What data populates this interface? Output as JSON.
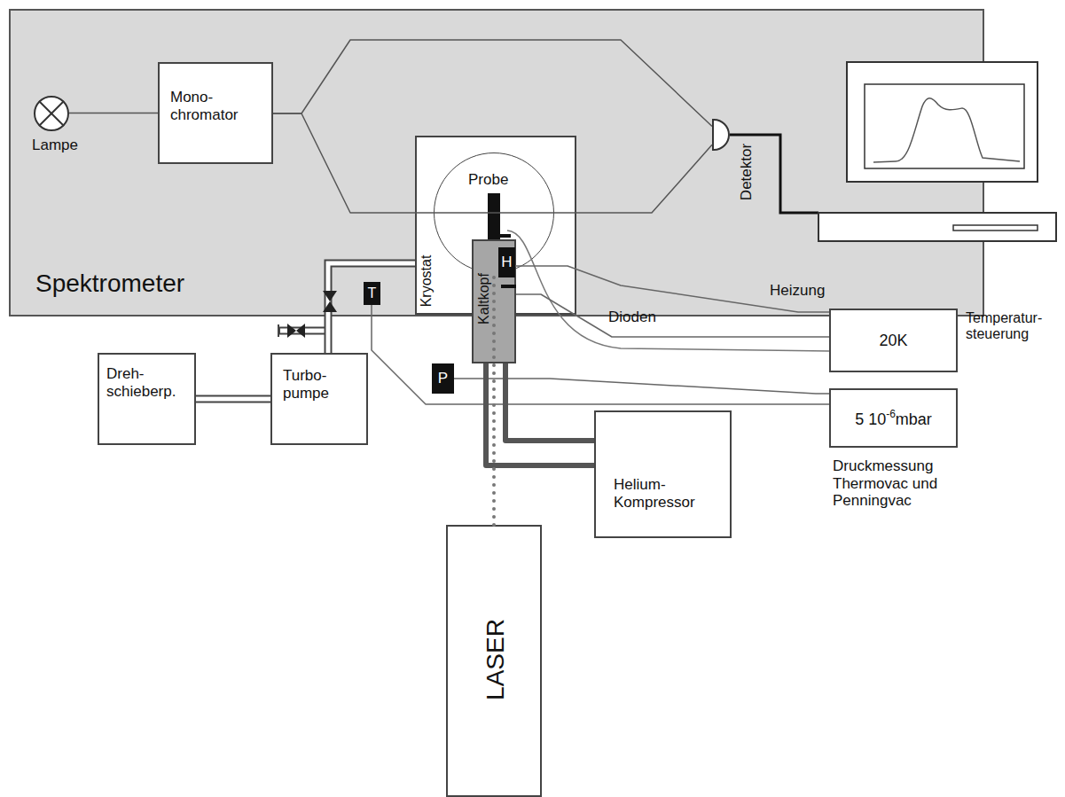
{
  "diagram": {
    "nodes": [
      {
        "text": [
          "Spektrometer"
        ]
      },
      {
        "text": [
          "Lampe"
        ],
        "in": 0
      },
      {
        "text": [
          "Mono- chromator"
        ],
        "in": 0
      },
      {
        "text": [
          "Kryostat"
        ],
        "in": 0
      },
      {
        "text": [
          "Probe"
        ],
        "in": 3
      },
      {
        "text": [
          "Kaltkopf"
        ],
        "in": 3
      },
      {
        "text": [
          "H"
        ],
        "in": 5
      },
      {
        "text": [
          "Detektor"
        ],
        "in": 0
      },
      {
        "text": [
          "T"
        ],
        "in": 0
      },
      {
        "text": [
          "20K",
          "Temperatur- steuerung"
        ]
      },
      {
        "text": [
          "P"
        ]
      },
      {
        "text": [
          "Dreh- schieberp."
        ]
      },
      {
        "text": [
          "Turbo- pumpe"
        ]
      },
      {
        "text": [
          "5 10",
          "-6",
          "mbar",
          "Druckmessung Thermovac und Penningvac"
        ]
      },
      {
        "text": [
          "Helium- Kompressor"
        ]
      },
      {
        "text": [
          "LASER"
        ]
      }
    ],
    "edges": [
      {
        "from": 1,
        "to": 2,
        "arrow": "none"
      },
      {
        "from": 2,
        "to": 7,
        "arrow": "none"
      },
      {
        "from": 2,
        "to": 7,
        "arrow": "none"
      },
      {
        "from": 11,
        "to": 12,
        "arrow": "none"
      },
      {
        "from": 12,
        "to": 3,
        "arrow": "none"
      },
      {
        "from": 6,
        "to": 9,
        "label": "Heizung",
        "arrow": "none"
      },
      {
        "from": 5,
        "to": 9,
        "label": "Dioden",
        "arrow": "none"
      },
      {
        "from": 8,
        "to": 13,
        "arrow": "none"
      },
      {
        "from": 10,
        "to": 13,
        "arrow": "none"
      },
      {
        "from": 5,
        "to": 14,
        "arrow": "none"
      },
      {
        "from": 5,
        "to": 14,
        "arrow": "none"
      },
      {
        "from": 15,
        "to": 4,
        "arrow": "none"
      }
    ]
  }
}
